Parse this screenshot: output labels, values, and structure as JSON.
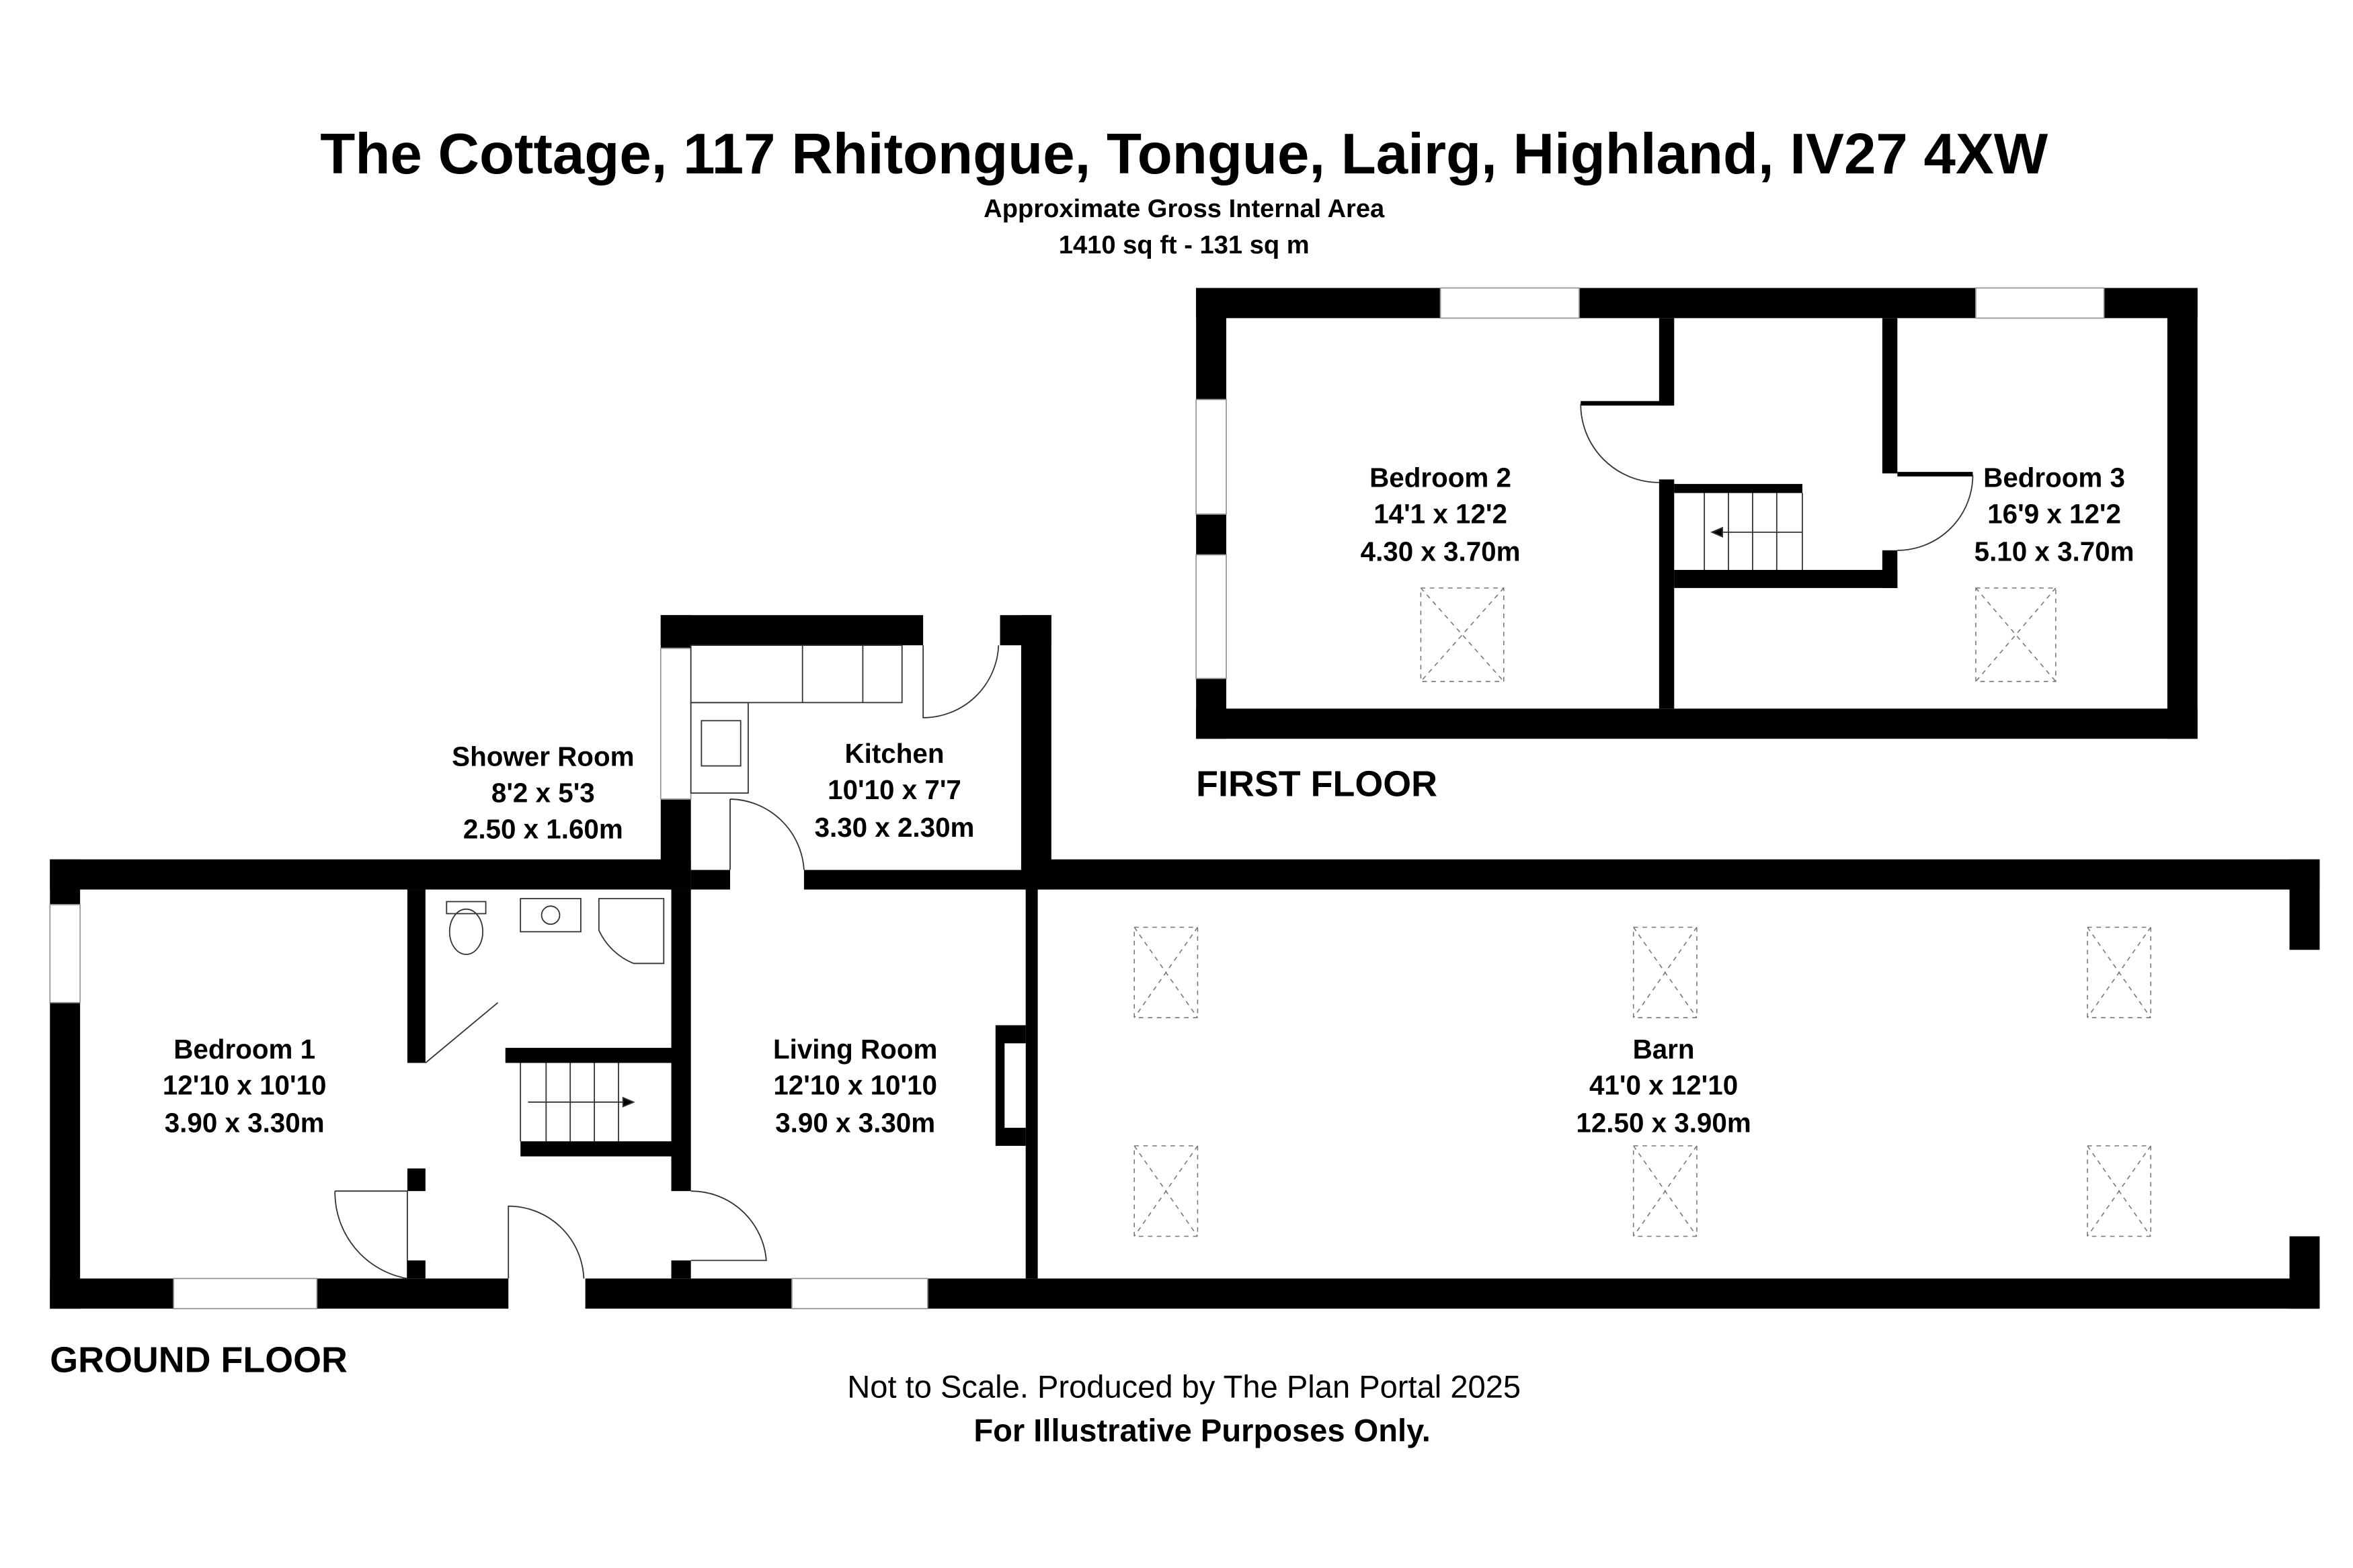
{
  "header": {
    "title": "The Cottage, 117 Rhitongue, Tongue, Lairg, Highland, IV27 4XW",
    "area_label": "Approximate Gross Internal Area",
    "area_value": "1410 sq ft - 131 sq m"
  },
  "floors": {
    "first": {
      "label": "FIRST FLOOR",
      "rooms": [
        {
          "name": "Bedroom 2",
          "imperial": "14'1 x 12'2",
          "metric": "4.30 x 3.70m"
        },
        {
          "name": "Bedroom 3",
          "imperial": "16'9 x 12'2",
          "metric": "5.10 x 3.70m"
        }
      ]
    },
    "ground": {
      "label": "GROUND FLOOR",
      "rooms": [
        {
          "name": "Bedroom 1",
          "imperial": "12'10 x 10'10",
          "metric": "3.90 x 3.30m"
        },
        {
          "name": "Shower Room",
          "imperial": "8'2 x 5'3",
          "metric": "2.50 x 1.60m"
        },
        {
          "name": "Kitchen",
          "imperial": "10'10 x 7'7",
          "metric": "3.30 x 2.30m"
        },
        {
          "name": "Living Room",
          "imperial": "12'10 x 10'10",
          "metric": "3.90 x 3.30m"
        },
        {
          "name": "Barn",
          "imperial": "41'0 x 12'10",
          "metric": "12.50 x 3.90m"
        }
      ]
    }
  },
  "footer": {
    "disclaimer": "Not to Scale. Produced by The Plan Portal 2025",
    "note": "For Illustrative Purposes Only."
  }
}
